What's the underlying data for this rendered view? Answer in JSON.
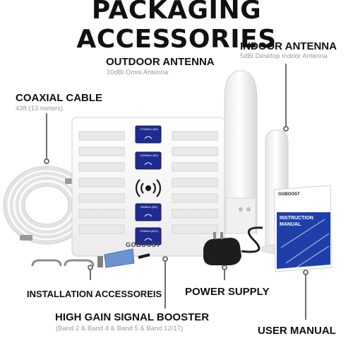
{
  "title": "PACKAGING ACCESSORIES",
  "outdoor": {
    "label": "OUTDOOR ANTENNA",
    "sub": "10dBi Omni Antenna"
  },
  "indoor": {
    "label": "INDOOR ANTENNA",
    "sub": "5dBi Desktop Indoor Antenna"
  },
  "cable": {
    "label": "COAXIAL CABLE",
    "sub": "43ft (13 meters)"
  },
  "installation": {
    "label": "INSTALLATION ACCESSOREIS"
  },
  "power": {
    "label": "POWER SUPPLY"
  },
  "booster": {
    "label": "HIGH GAIN SIGNAL BOOSTER",
    "sub": "(Band 2 & Band 4 & Band 5 & Band 12/17)",
    "brand": "GOBOOST",
    "band_labels": [
      "1700MHz (B4)",
      "1900MHz (B2)",
      "850MHz (B5)",
      "700MHz (B12)"
    ]
  },
  "manual": {
    "label": "USER MANUAL",
    "brand": "GOBOOST",
    "title": "INSTRUCTION MANUAL"
  },
  "colors": {
    "accent": "#1f2b8f",
    "leader": "#6d6d6d",
    "device": "#f4f4f4"
  }
}
